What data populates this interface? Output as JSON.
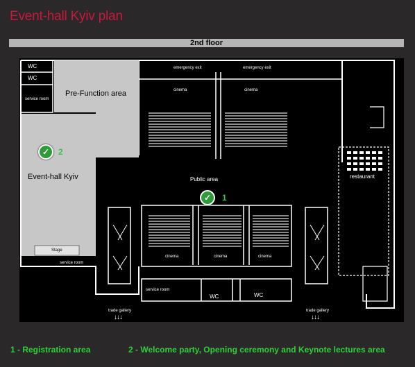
{
  "title": "Event-hall Kyiv plan",
  "floor_label": "2nd floor",
  "rooms": {
    "wc_top": "WC",
    "wc_second": "WC",
    "service_room_left": "service room",
    "pre_function": "Pre-Function area",
    "event_hall": "Event-hall Kyiv",
    "stage": "Stage",
    "service_room_bottom_left": "service room",
    "emergency_exit_left": "emergency exit",
    "emergency_exit_right": "emergency exit",
    "cinema_top_left": "cinema",
    "cinema_top_right": "cinema",
    "public_area": "Public area",
    "cinema_bottom_1": "cinema",
    "cinema_bottom_2": "cinema",
    "cinema_bottom_3": "cinema",
    "service_room_bottom": "service room",
    "wc_bottom_1": "WC",
    "wc_bottom_2": "WC",
    "restaurant": "restaurant",
    "trade_gallery_left": "trade gallery",
    "trade_gallery_right": "trade gallery",
    "arrows": "↓↓↓"
  },
  "markers": [
    {
      "number": "1",
      "area": "Registration area"
    },
    {
      "number": "2",
      "area": "Welcome party, Opening ceremony and Keynote lectures area"
    }
  ],
  "legend": [
    "1 - Registration area",
    "2 - Welcome party, Opening ceremony and Keynote lectures area"
  ],
  "colors": {
    "background": "#2a2828",
    "title": "#c8193c",
    "highlight_area": "#c7c7c7",
    "marker_green": "#2e9a3a",
    "legend_green": "#2ed03a"
  }
}
